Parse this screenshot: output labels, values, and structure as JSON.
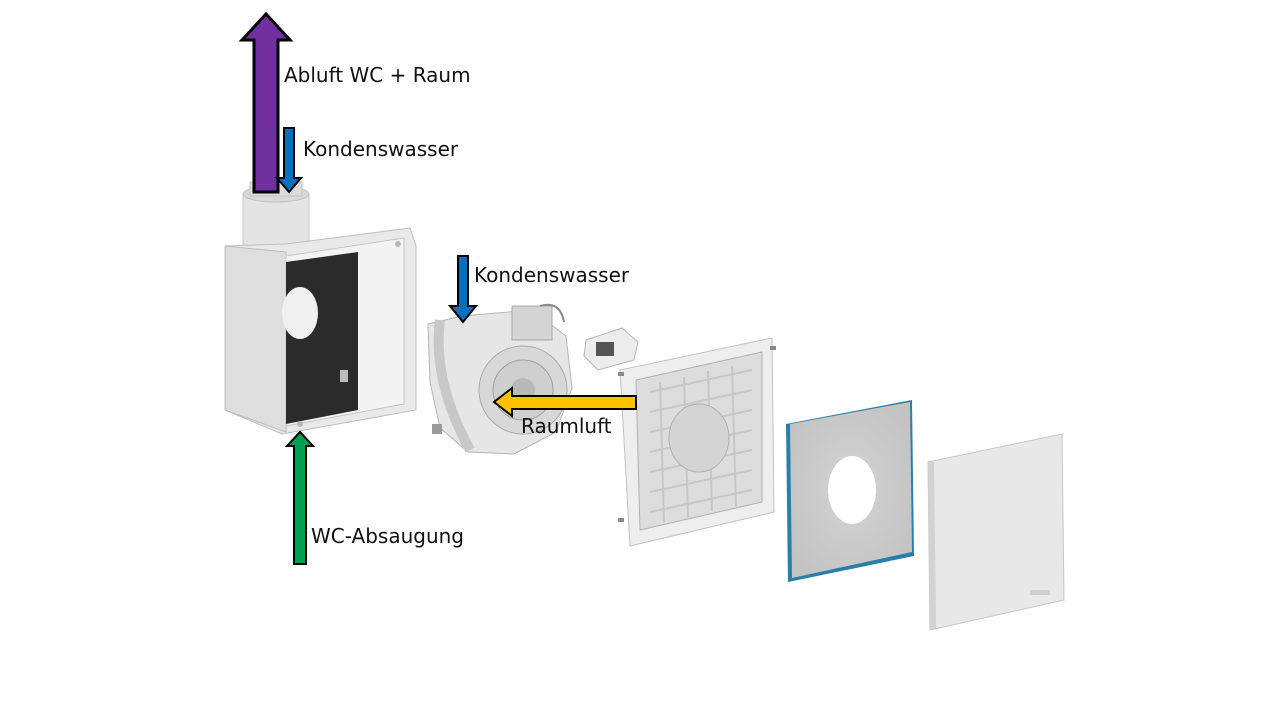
{
  "labels": {
    "abluft": "Abluft WC + Raum",
    "kondenswasser_top": "Kondenswasser",
    "kondenswasser_fan": "Kondenswasser",
    "raumluft": "Raumluft",
    "wc_absaugung": "WC-Absaugung"
  },
  "colors": {
    "abluft_arrow": "#7030a0",
    "kondenswasser_arrow": "#0070c0",
    "raumluft_arrow": "#ffc000",
    "wc_absaugung_arrow": "#00a050",
    "arrow_outline": "#000000",
    "part_light": "#ececec",
    "part_mid": "#d6d6d6",
    "part_dark": "#b5b5b5",
    "insulation": "#2a2a2a",
    "plate_edge": "#2a7fa8"
  }
}
